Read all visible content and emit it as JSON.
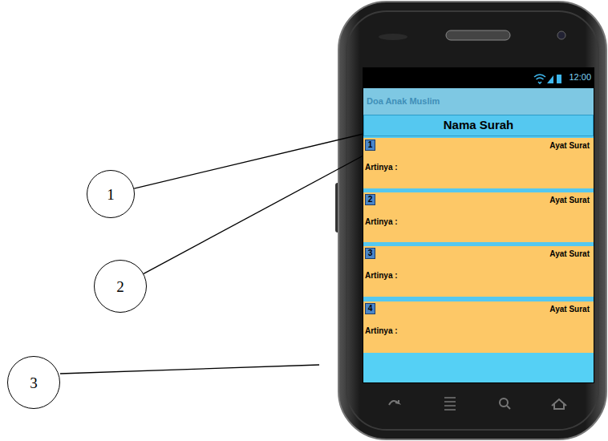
{
  "diagram": {
    "nodes": [
      {
        "text": [
          "12:00"
        ]
      },
      {
        "text": [
          "Doa Anak Muslim"
        ]
      },
      {
        "text": [
          "Nama Surah"
        ]
      },
      {
        "text": [
          "Ayat Surat",
          "Artinya :"
        ]
      },
      {
        "text": [
          "1"
        ],
        "in": 3
      },
      {
        "text": [
          "Ayat Surat",
          "Artinya :"
        ]
      },
      {
        "text": [
          "2"
        ],
        "in": 5
      },
      {
        "text": [
          "Ayat Surat",
          "Artinya :"
        ]
      },
      {
        "text": [
          "3"
        ],
        "in": 7
      },
      {
        "text": [
          "Ayat Surat",
          "Artinya :"
        ]
      },
      {
        "text": [
          "4"
        ],
        "in": 9
      },
      {
        "text": [
          "1"
        ]
      },
      {
        "text": [
          "2"
        ]
      },
      {
        "text": [
          "3"
        ]
      }
    ],
    "edges": [
      {
        "from": 11,
        "to": 2,
        "arrow": "none"
      },
      {
        "from": 12,
        "to": 3,
        "arrow": "none"
      }
    ]
  }
}
